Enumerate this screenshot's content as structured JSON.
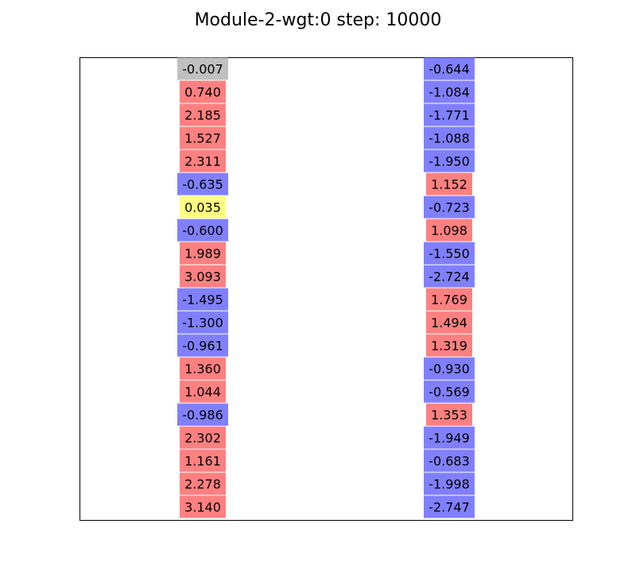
{
  "chart_data": {
    "type": "table",
    "title": "Module-2-wgt:0 step: 10000",
    "columns": [
      {
        "values": [
          -0.007,
          0.74,
          2.185,
          1.527,
          2.311,
          -0.635,
          0.035,
          -0.6,
          1.989,
          3.093,
          -1.495,
          -1.3,
          -0.961,
          1.36,
          1.044,
          -0.986,
          2.302,
          1.161,
          2.278,
          3.14
        ],
        "labels": [
          "-0.007",
          "0.740",
          "2.185",
          "1.527",
          "2.311",
          "-0.635",
          "0.035",
          "-0.600",
          "1.989",
          "3.093",
          "-1.495",
          "-1.300",
          "-0.961",
          "1.360",
          "1.044",
          "-0.986",
          "2.302",
          "1.161",
          "2.278",
          "3.140"
        ]
      },
      {
        "values": [
          -0.644,
          -1.084,
          -1.771,
          -1.088,
          -1.95,
          1.152,
          -0.723,
          1.098,
          -1.55,
          -2.724,
          1.769,
          1.494,
          1.319,
          -0.93,
          -0.569,
          1.353,
          -1.949,
          -0.683,
          -1.998,
          -2.747
        ],
        "labels": [
          "-0.644",
          "-1.084",
          "-1.771",
          "-1.088",
          "-1.950",
          "1.152",
          "-0.723",
          "1.098",
          "-1.550",
          "-2.724",
          "1.769",
          "1.494",
          "1.319",
          "-0.930",
          "-0.569",
          "1.353",
          "-1.949",
          "-0.683",
          "-1.998",
          "-2.747"
        ]
      }
    ],
    "grid": false,
    "colors": {
      "positive": "#ff8080",
      "negative": "#8080ff",
      "near_zero_positive": "#ffff80",
      "near_zero_negative": "#c0c0c0"
    }
  }
}
